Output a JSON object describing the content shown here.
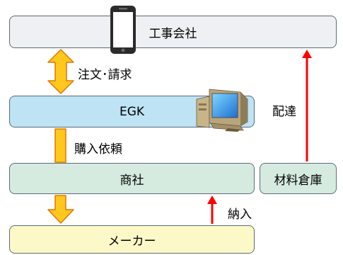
{
  "boxes": {
    "contractor": "工事会社",
    "egk": "EGK",
    "trading": "商社",
    "warehouse": "材料倉庫",
    "maker": "メーカー"
  },
  "flows": {
    "order_billing": "注文･請求",
    "purchase_request": "購入依頼",
    "delivery": "配達",
    "supply": "納入"
  },
  "colors": {
    "contractor_fill": "#eef0f3",
    "egk_fill": "#bde3f4",
    "trading_fill": "#d6ebdf",
    "maker_fill": "#fcf8c8",
    "yellow_arrow": "#ffc81e",
    "yellow_arrow_border": "#e07800",
    "red_arrow": "#ff0000"
  },
  "icons": [
    "smartphone-icon",
    "desktop-computer-icon"
  ]
}
